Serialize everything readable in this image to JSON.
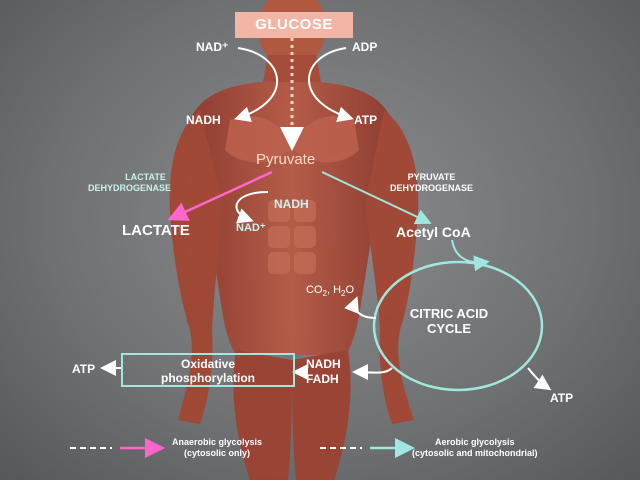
{
  "glucose": "GLUCOSE",
  "top_left_in": "NAD⁺",
  "top_right_in": "ADP",
  "top_left_out": "NADH",
  "top_right_out": "ATP",
  "pyruvate": "Pyruvate",
  "ldh": {
    "line1": "LACTATE",
    "line2": "DEHYDROGENASE"
  },
  "pdh": {
    "line1": "PYRUVATE",
    "line2": "DEHYDROGENASE"
  },
  "nadh_mid": "NADH",
  "nad_mid": "NAD⁺",
  "lactate": "LACTATE",
  "acetyl_coa": "Acetyl CoA",
  "co2_h2o": {
    "a": "CO",
    "a_sub": "2",
    "b": ", H",
    "b_sub": "2",
    "c": "O"
  },
  "citric_acid_cycle": {
    "line1": "CITRIC ACID",
    "line2": "CYCLE"
  },
  "nadh_fadh": {
    "line1": "NADH",
    "line2": "FADH"
  },
  "oxidative": {
    "line1": "Oxidative",
    "line2": "phosphorylation"
  },
  "atp_left": "ATP",
  "atp_right": "ATP",
  "legend": {
    "anaerobic": {
      "line1": "Anaerobic glycolysis",
      "line2": "(cytosolic only)",
      "color": "#ff66cc"
    },
    "aerobic": {
      "line1": "Aerobic glycolysis",
      "line2": "(cytosolic and mitochondrial)",
      "color": "#9fe7e0"
    }
  },
  "colors": {
    "muscle": "#a8483a",
    "muscle_light": "#c96a55",
    "cyan": "#9fe7e0",
    "magenta": "#ff66cc",
    "glucose_bg": "#f2b6a6"
  }
}
